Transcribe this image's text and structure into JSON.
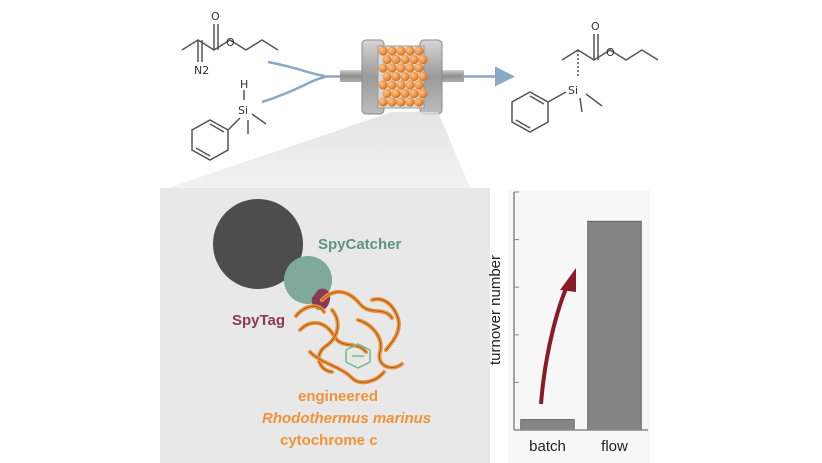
{
  "reactant_labels": {
    "diazo_n2": "N2",
    "silane_h": "H",
    "silane_si": "Si"
  },
  "product_labels": {
    "si": "Si"
  },
  "enzyme": {
    "spycatcher": "SpyCatcher",
    "spytag": "SpyTag",
    "name_line1": "engineered",
    "name_line2": "Rhodothermus marinus",
    "name_line3": "cytochrome c"
  },
  "colors": {
    "bead": "#f29a4a",
    "spycatcher": "#7fa99a",
    "spytag": "#8b3a55",
    "arrow": "#8a1a2a",
    "bar": "#858585",
    "protein": "#f0923a",
    "panel": "#e9e9e9"
  },
  "chart_data": {
    "type": "bar",
    "categories": [
      "batch",
      "flow"
    ],
    "values": [
      0.05,
      1.0
    ],
    "ylabel": "turnover number",
    "xlabel": "",
    "title": "",
    "ylim": [
      0,
      1.14
    ],
    "grid": false
  }
}
